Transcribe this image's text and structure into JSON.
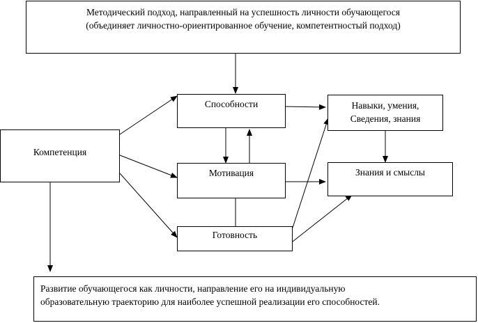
{
  "top_box": {
    "line1": "Методический подход, направленный на успешность личности обучающегося",
    "line2": "(объединяет личностно-ориентированное обучение, компетентностый подход)"
  },
  "competence": "Компетенция",
  "abilities": "Способности",
  "motivation": "Мотивация",
  "readiness": "Готовность",
  "skills": {
    "line1": "Навыки, умения,",
    "line2": "Сведения, знания"
  },
  "knowledge": "Знания и смыслы",
  "bottom_box": {
    "line1": "Развитие обучающегося как личности, направление его на индивидуальную",
    "line2": "образовательную траекторию для наиболее успешной реализации его способностей."
  }
}
